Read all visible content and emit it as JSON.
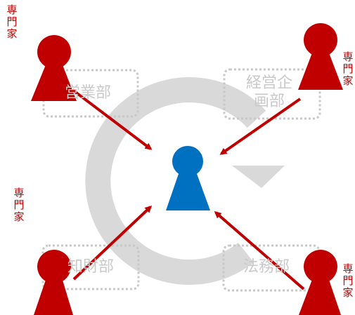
{
  "colors": {
    "expert": "#c00000",
    "center": "#0070c0",
    "cycle": "#d9d9d9",
    "box_border": "#c8c8c8",
    "box_text": "#c9c9c9"
  },
  "departments": {
    "top_left": "営業部",
    "top_right": "経営企画部",
    "bottom_left": "知財部",
    "bottom_right": "法務部"
  },
  "experts": {
    "top_left": "専門家",
    "top_right": "専門家",
    "middle_left": "専門家",
    "bottom_right": "専門家"
  }
}
